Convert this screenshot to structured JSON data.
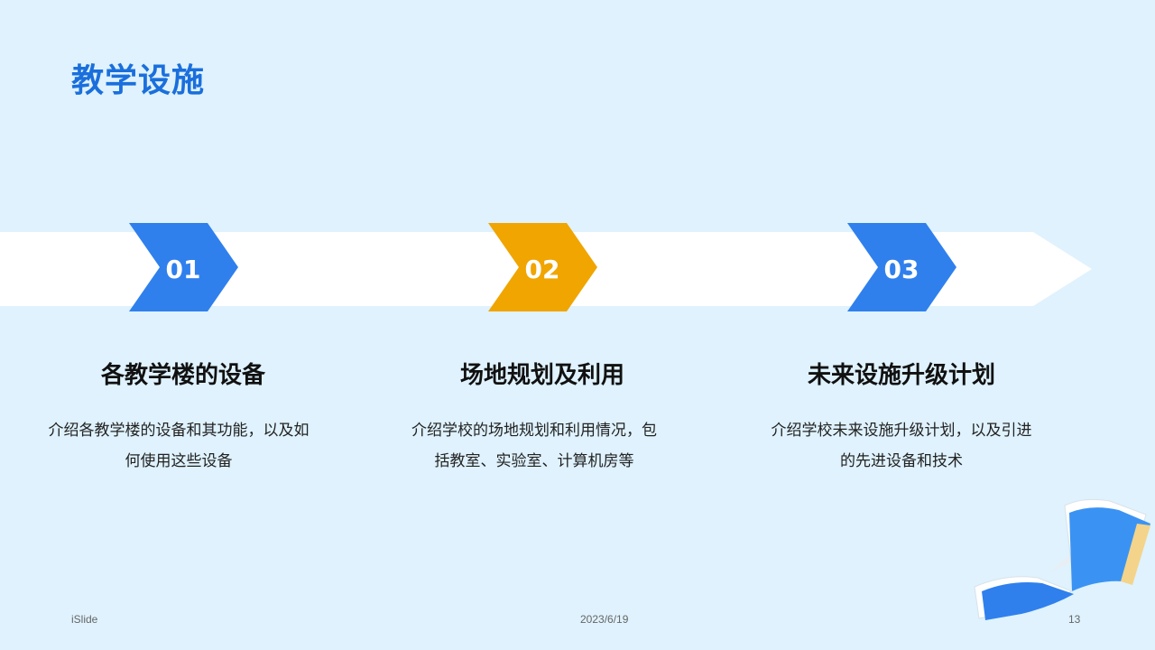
{
  "slide": {
    "title": "教学设施"
  },
  "steps": [
    {
      "num": "01",
      "title": "各教学楼的设备",
      "desc": "介绍各教学楼的设备和其功能，以及如何使用这些设备",
      "color": "#2f80ed"
    },
    {
      "num": "02",
      "title": "场地规划及利用",
      "desc": "介绍学校的场地规划和利用情况，包括教室、实验室、计算机房等",
      "color": "#f0a500"
    },
    {
      "num": "03",
      "title": "未来设施升级计划",
      "desc": "介绍学校未来设施升级计划，以及引进的先进设备和技术",
      "color": "#2f80ed"
    }
  ],
  "footer": {
    "brand": "iSlide",
    "date": "2023/6/19",
    "page": "13"
  },
  "colors": {
    "background": "#dff2fd",
    "accent": "#1a6fdc",
    "band": "#ffffff"
  },
  "icons": {
    "decoration": "open-book-icon"
  }
}
